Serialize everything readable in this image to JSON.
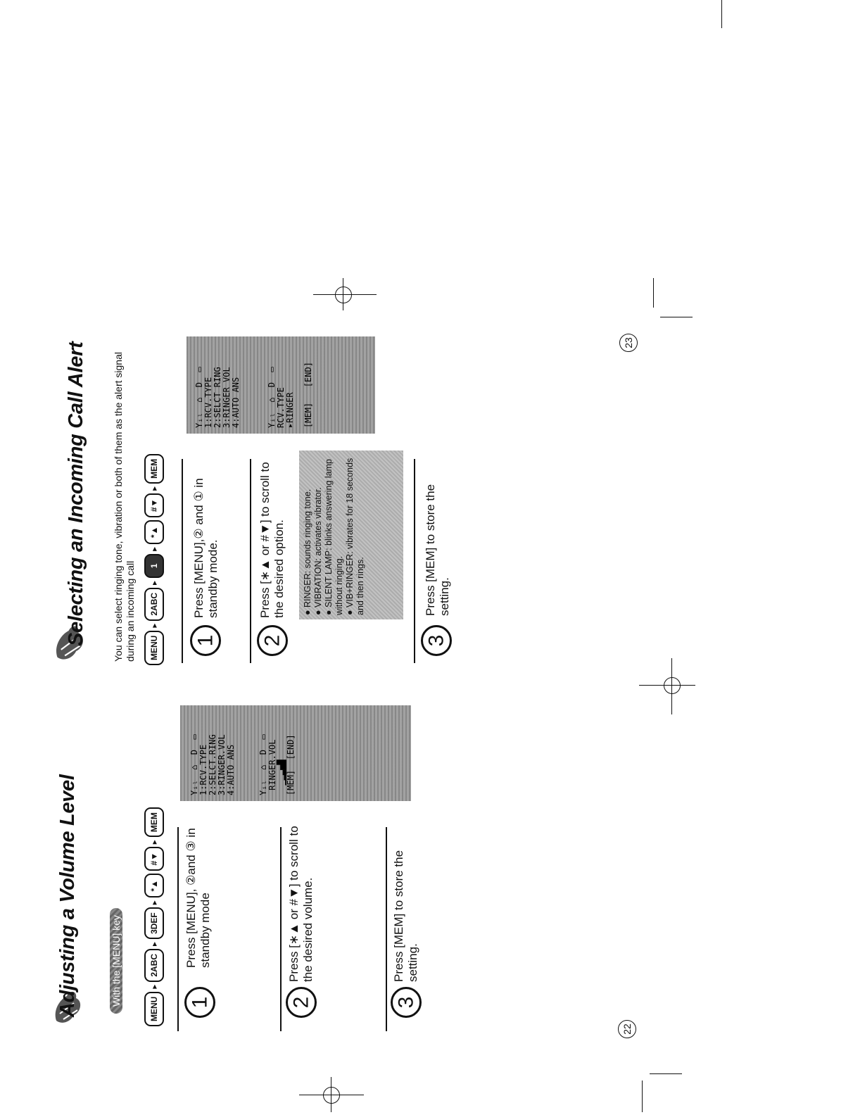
{
  "left": {
    "title": "Adjusting a Volume Level",
    "banner": "With the [MENU] key",
    "keys": [
      "MENU",
      "2ABC",
      "3DEF",
      "*▲",
      "#▼",
      "MEM"
    ],
    "steps": [
      {
        "num": "1",
        "text": "Press [MENU], ②and ③ in standby mode"
      },
      {
        "num": "2",
        "text": "Press [∗▲ or #▼] to scroll to the desired volume."
      },
      {
        "num": "3",
        "text": "Press [MEM] to store the setting."
      }
    ],
    "lcd_top": "Yᵢₗ  ⌂  D  ▭\n1:RCV.TYPE\n2:SELCT.RING\n3:RINGER.VOL\n4:AUTO ANS",
    "lcd_bottom": "Yᵢₗ  ⌂  D  ▭\n RINGER.VOL\n  ▁▂▃▅█\n[MEM]  [END]",
    "page": "22"
  },
  "right": {
    "title": "Selecting an Incoming Call Alert",
    "intro": "You can select ringing tone, vibration or both of them as the alert signal during an incoming call",
    "keys": [
      "MENU",
      "2ABC",
      "1",
      "*▲",
      "#▼",
      "MEM"
    ],
    "steps": [
      {
        "num": "1",
        "text": "Press [MENU],② and ① in standby mode."
      },
      {
        "num": "2",
        "text": "Press [∗▲ or #▼] to scroll to the desired option."
      },
      {
        "num": "3",
        "text": "Press [MEM] to store the setting."
      }
    ],
    "notes": [
      "RINGER: sounds ringing tone.",
      "VIBRATION: activates vibrator.",
      "SILENT LAMP: blinks answering lamp without ringing.",
      "VIB+RINGER: vibrates for 18 seconds and then rings."
    ],
    "lcd_top": "Yᵢₗ  ⌂  D  ▭\n1:RCV.TYPE\n2:SELCT RING\n3:RINGER VOL\n4:AUTO ANS",
    "lcd_bottom": "Yᵢₗ  ⌂  D  ▭\nRCV.TYPE\n▸RINGER\n\n[MEM]   [END]",
    "page": "23"
  }
}
